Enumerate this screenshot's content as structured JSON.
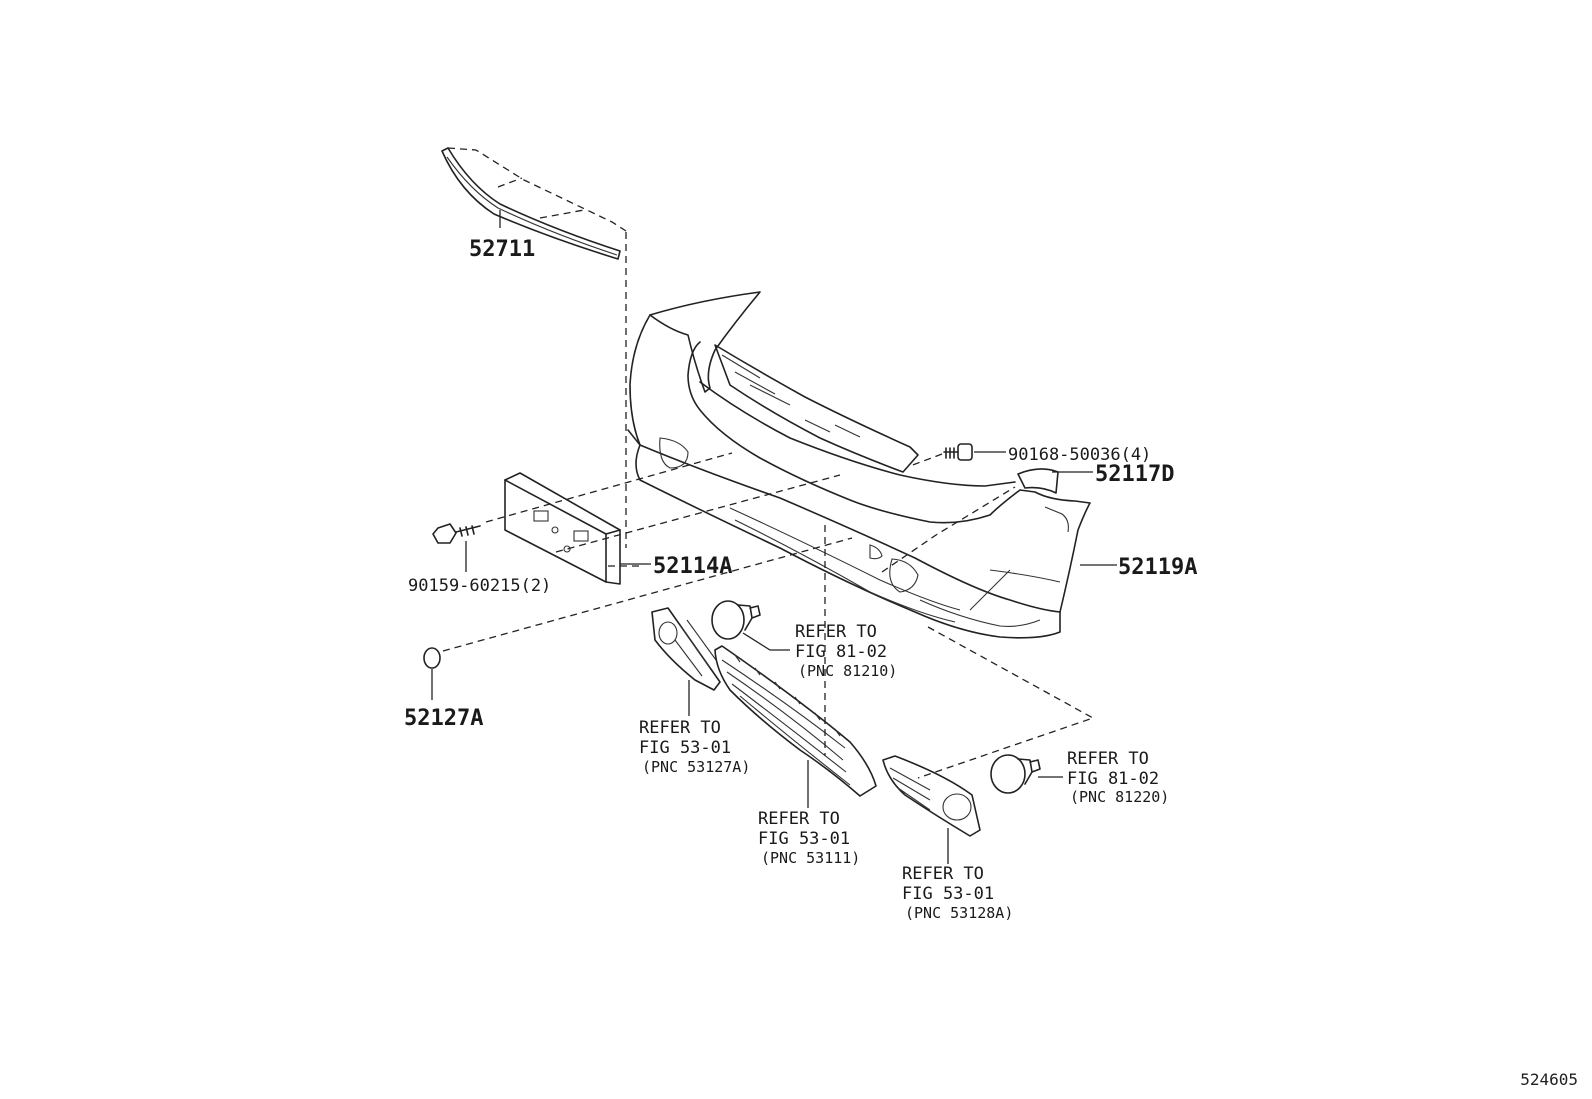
{
  "parts": {
    "molding_upper": "52711",
    "bolt_upper": "90168-50036(4)",
    "side_piece": "52117D",
    "bumper_cover": "52119A",
    "license_bracket": "52114A",
    "bolt_bracket": "90159-60215(2)",
    "cap": "52127A"
  },
  "references": {
    "fog_lamp_left": {
      "line1": "REFER TO",
      "line2": "FIG 81-02",
      "line3": "(PNC 81210)"
    },
    "fog_lamp_right": {
      "line1": "REFER TO",
      "line2": "FIG 81-02",
      "line3": "(PNC 81220)"
    },
    "cover_left": {
      "line1": "REFER TO",
      "line2": "FIG 53-01",
      "line3": "(PNC 53127A)"
    },
    "grille_lower": {
      "line1": "REFER TO",
      "line2": "FIG 53-01",
      "line3": "(PNC 53111)"
    },
    "cover_right": {
      "line1": "REFER TO",
      "line2": "FIG 53-01",
      "line3": "(PNC 53128A)"
    }
  },
  "figure_number": "524605"
}
